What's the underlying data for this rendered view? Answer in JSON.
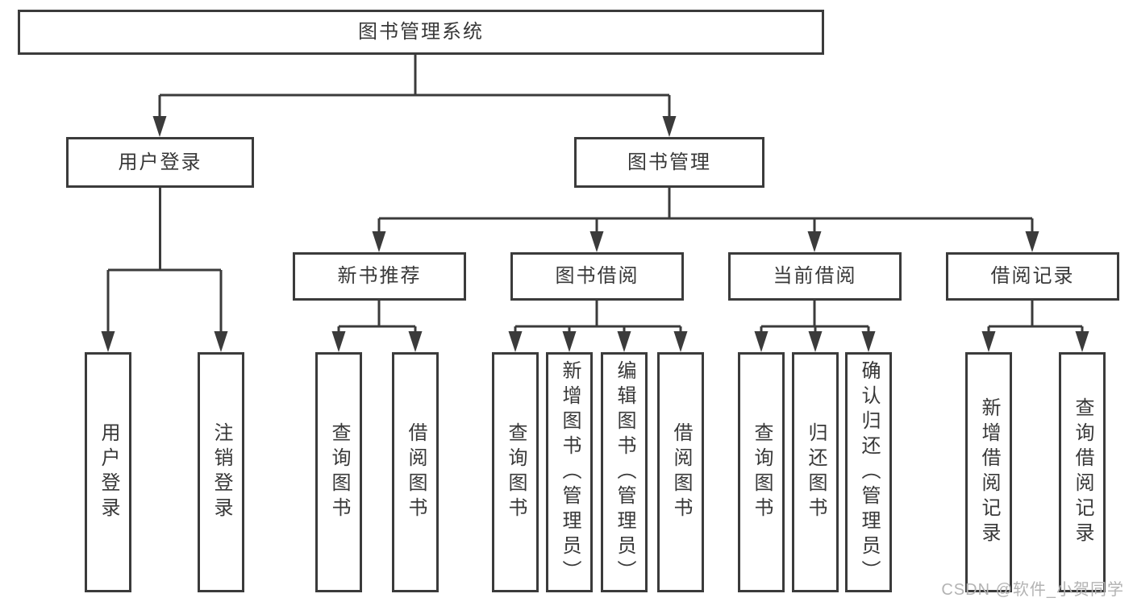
{
  "watermark": {
    "text": "CSDN @软件_小贺同学"
  },
  "colors": {
    "stroke": "#3b3b3b",
    "box_fill": "#ffffff",
    "text": "#383838",
    "watermark": "#b3b3b3"
  },
  "tree": {
    "label": "图书管理系统",
    "children": [
      {
        "label": "用户登录",
        "children": [
          {
            "label": "用户登录"
          },
          {
            "label": "注销登录"
          }
        ]
      },
      {
        "label": "图书管理",
        "children": [
          {
            "label": "新书推荐",
            "children": [
              {
                "label": "查询图书"
              },
              {
                "label": "借阅图书"
              }
            ]
          },
          {
            "label": "图书借阅",
            "children": [
              {
                "label": "查询图书"
              },
              {
                "label": "新增图书（管理员）"
              },
              {
                "label": "编辑图书（管理员）"
              },
              {
                "label": "借阅图书"
              }
            ]
          },
          {
            "label": "当前借阅",
            "children": [
              {
                "label": "查询图书"
              },
              {
                "label": "归还图书"
              },
              {
                "label": "确认归还（管理员）"
              }
            ]
          },
          {
            "label": "借阅记录",
            "children": [
              {
                "label": "新增借阅记录"
              },
              {
                "label": "查询借阅记录"
              }
            ]
          }
        ]
      }
    ]
  }
}
